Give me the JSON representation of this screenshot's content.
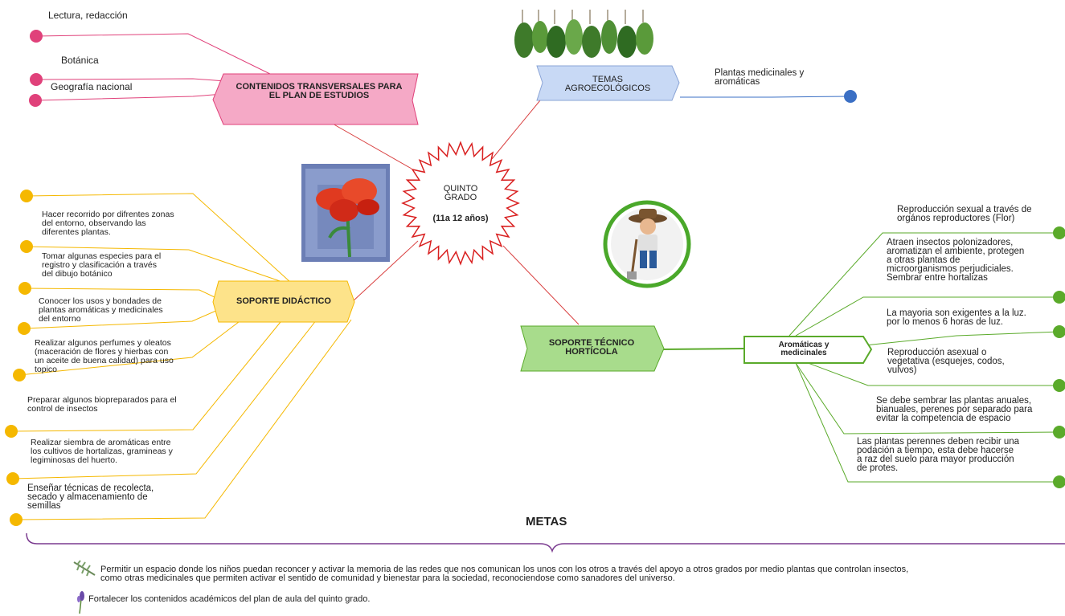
{
  "center": {
    "line1": "QUINTO",
    "line2": "GRADO",
    "line3": "(11a 12 años)"
  },
  "transversales": {
    "title": "CONTENIDOS TRANSVERSALES PARA\nEL PLAN DE ESTUDIOS",
    "items": [
      "Lectura, redacción",
      "Botánica",
      "Geografía nacional"
    ]
  },
  "agro": {
    "title": "TEMAS\nAGROECOLÓGICOS",
    "items": [
      "Plantas medicinales y\naromáticas"
    ]
  },
  "didactico": {
    "title": "SOPORTE DIDÁCTICO",
    "items": [
      "Hacer recorrido por difrentes zonas\ndel entorno, observando las\ndiferentes plantas.",
      "Tomar algunas especies para el\nregistro y clasificación a través\ndel dibujo botánico",
      "Conocer los usos y bondades de\nplantas aromáticas y medicinales\ndel entorno",
      "Realizar algunos perfumes y  oleatos\n(maceración de flores y hierbas con\nun aceite de buena calidad) para uso\ntopico",
      "Preparar algunos biopreparados para el\ncontrol de insectos",
      "Realizar siembra de aromáticas entre\nlos cultivos de hortalizas, gramineas y\nlegiminosas del huerto.",
      "Enseñar técnicas de recolecta,\nsecado y almacenamiento de\nsemillas"
    ]
  },
  "tecnico": {
    "title": "SOPORTE TÉCNICO\nHORTÍCOLA",
    "sub": "Aromáticas y\nmedicinales",
    "items": [
      "Reproducción sexual a través de\norgános reproductores (Flor)",
      "Atraen insectos polonizadores,\naromatizan el ambiente, protegen\na otras plantas de\nmicroorganismos perjudiciales.\nSembrar entre hortalizas",
      "La mayoria son exigentes a la luz.\npor lo menos 6 horas de luz.",
      "Reproducción asexual o\nvegetativa (esquejes, codos,\nvulvos)",
      "Se debe sembrar las plantas anuales,\nbianuales, perenes por separado para\nevitar la competencia de espacio",
      "Las plantas perennes deben recibir una\npodación a tiempo, esta debe hacerse\na raz del suelo para mayor producción\nde protes."
    ]
  },
  "metas": {
    "title": "METAS",
    "items": [
      "Permitir un espacio donde los niños  puedan reconcer y activar la memoria de las redes que nos comunican los unos con los otros a través del apoyo a otros grados por medio plantas que controlan insectos,\ncomo otras medicinales  que permiten activar el sentido de comunidad y bienestar para la sociedad, reconociendose como sanadores del universo.",
      "Fortalecer  los contenidos académicos del plan de aula del quinto grado."
    ]
  },
  "colors": {
    "pink": "#e0417a",
    "yellow": "#f5b800",
    "green": "#5aaa2a",
    "blue": "#3a6fc4",
    "red": "#d94040",
    "purple": "#7a3a8f"
  }
}
